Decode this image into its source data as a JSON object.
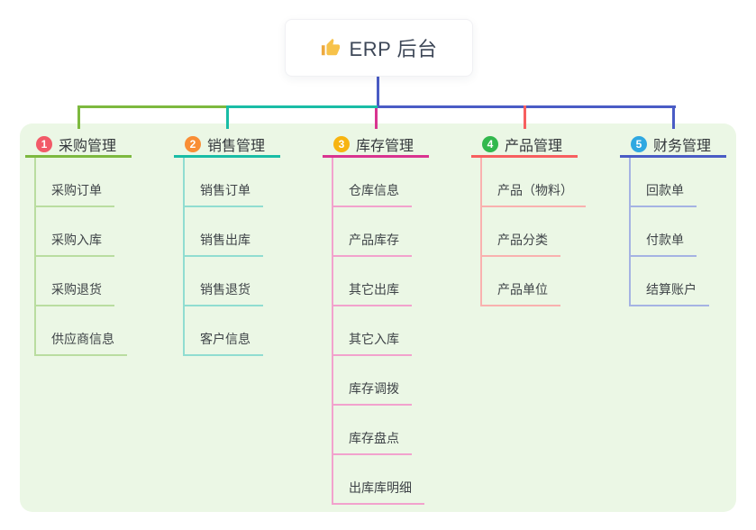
{
  "root": {
    "title": "ERP 后台",
    "icon": "thumbs-up"
  },
  "colors": {
    "connector": "#4a5cc5",
    "panel_bg": "#ebf7e5",
    "root_text": "#3d4757"
  },
  "branches": [
    {
      "num": "1",
      "title": "采购管理",
      "badge_color": "#f25a68",
      "line_color": "#7db93f",
      "child_line_color": "#b9dda0",
      "children": [
        "采购订单",
        "采购入库",
        "采购退货",
        "供应商信息"
      ]
    },
    {
      "num": "2",
      "title": "销售管理",
      "badge_color": "#f98e35",
      "line_color": "#19bda6",
      "child_line_color": "#90ddd1",
      "children": [
        "销售订单",
        "销售出库",
        "销售退货",
        "客户信息"
      ]
    },
    {
      "num": "3",
      "title": "库存管理",
      "badge_color": "#f7b410",
      "line_color": "#d93490",
      "child_line_color": "#f2a2cd",
      "children": [
        "仓库信息",
        "产品库存",
        "其它出库",
        "其它入库",
        "库存调拨",
        "库存盘点",
        "出库库明细"
      ]
    },
    {
      "num": "4",
      "title": "产品管理",
      "badge_color": "#32b84d",
      "line_color": "#f75f5f",
      "child_line_color": "#f9b1af",
      "children": [
        "产品（物料）",
        "产品分类",
        "产品单位"
      ]
    },
    {
      "num": "5",
      "title": "财务管理",
      "badge_color": "#2fa8e1",
      "line_color": "#4a5cc5",
      "child_line_color": "#a5b3e3",
      "children": [
        "回款单",
        "付款单",
        "结算账户"
      ]
    }
  ]
}
